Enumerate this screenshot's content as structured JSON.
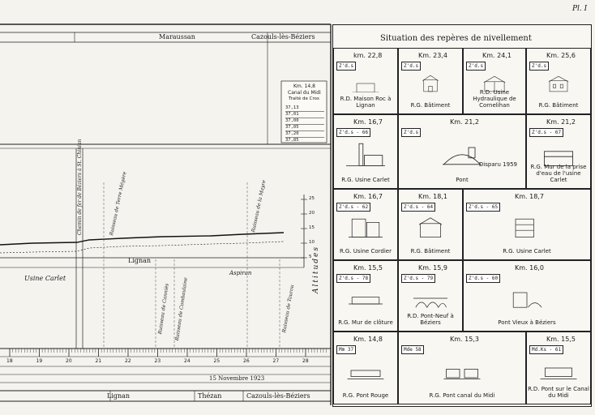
{
  "sheet": {
    "plate": "Pl. I"
  },
  "profile": {
    "top_labels": [
      "Maraussan",
      "Cazouls-lès-Béziers"
    ],
    "bottom_labels": [
      "Lignan",
      "Thézan",
      "Cazouls-lès-Béziers"
    ],
    "date": "15 Novembre 1923",
    "altitude_label": "Altitudes",
    "feature_labels": [
      "Usine Carlet",
      "Lignan",
      "Aspiran",
      "Chemin de fer de Béziers à St. Chinian",
      "Ruisseau de Terre Mégère",
      "Ruisseau de Canniès",
      "Ruisseau de Combaulaine",
      "Ruisseau de la Mayre",
      "Ruisseau de Taurou"
    ],
    "altitude_ticks": [
      "25",
      "20",
      "15",
      "10",
      "5"
    ],
    "km_ticks": [
      "18",
      "19",
      "20",
      "21",
      "22",
      "23",
      "24",
      "25",
      "26",
      "27",
      "28"
    ],
    "legend": {
      "title": "Km. 14,8",
      "subtitle": "Canal du Midi",
      "subtitle2": "Traité de Cros",
      "rows": [
        "37,13",
        "37,01",
        "37,00",
        "37,05",
        "37,20",
        "37,85"
      ]
    }
  },
  "reperes": {
    "title": "Situation des repères de nivellement",
    "cells": [
      {
        "km": "km. 22,8",
        "ref": "Z'd.s",
        "caption": "R.D. Maison Roc à Lignan"
      },
      {
        "km": "Km. 23,4",
        "ref": "Z'd.s",
        "caption": "R.G. Bâtiment"
      },
      {
        "km": "Km. 24,1",
        "ref": "Z'd.s",
        "caption": "R.D. Usine Hydraulique de Cornelihan"
      },
      {
        "km": "Km. 25,6",
        "ref": "Z'd.s",
        "caption": "R.G. Bâtiment"
      },
      {
        "km": "Km. 16,7",
        "ref": "Z'd.s - 66",
        "caption": "R.G. Usine Carlet"
      },
      {
        "km": "Km. 21,2",
        "ref": "Z'd.s",
        "caption": "Pont",
        "caption2": "Disparu 1959"
      },
      {
        "km": "Km. 21,2",
        "ref": "Z'd.s - 67",
        "caption": "R.G. Mur de la prise d'eau de l'usine Carlet"
      },
      {
        "km": "Km. 16,7",
        "ref": "Z'd.s - 62",
        "caption": "R.G. Usine Cordier"
      },
      {
        "km": "Km. 18,1",
        "ref": "Z'd.s - 64",
        "caption": "R.G. Bâtiment"
      },
      {
        "km": "Km. 18,7",
        "ref": "Z'd.s - 65",
        "caption": "R.G. Usine Carlet"
      },
      {
        "km": "Km. 15,5",
        "ref": "Z'd.s - 78",
        "caption": "R.G. Mur de clôture"
      },
      {
        "km": "Km. 15,9",
        "ref": "Z'd.s - 79",
        "caption": "R.D. Pont-Neuf à Béziers"
      },
      {
        "km": "Km. 16,0",
        "ref": "Z'd.s - 60",
        "caption": "Pont Vieux à Béziers"
      },
      {
        "km": "Km. 14,8",
        "ref": "Mm 37",
        "caption": "R.G. Pont Rouge"
      },
      {
        "km": "Km. 15,3",
        "ref": "Mde 58",
        "caption": "R.G. Pont canal du Midi"
      },
      {
        "km": "Km. 15,5",
        "ref": "Md.Ks - 61",
        "caption": "R.D. Pont sur le Canal du Midi"
      }
    ]
  }
}
